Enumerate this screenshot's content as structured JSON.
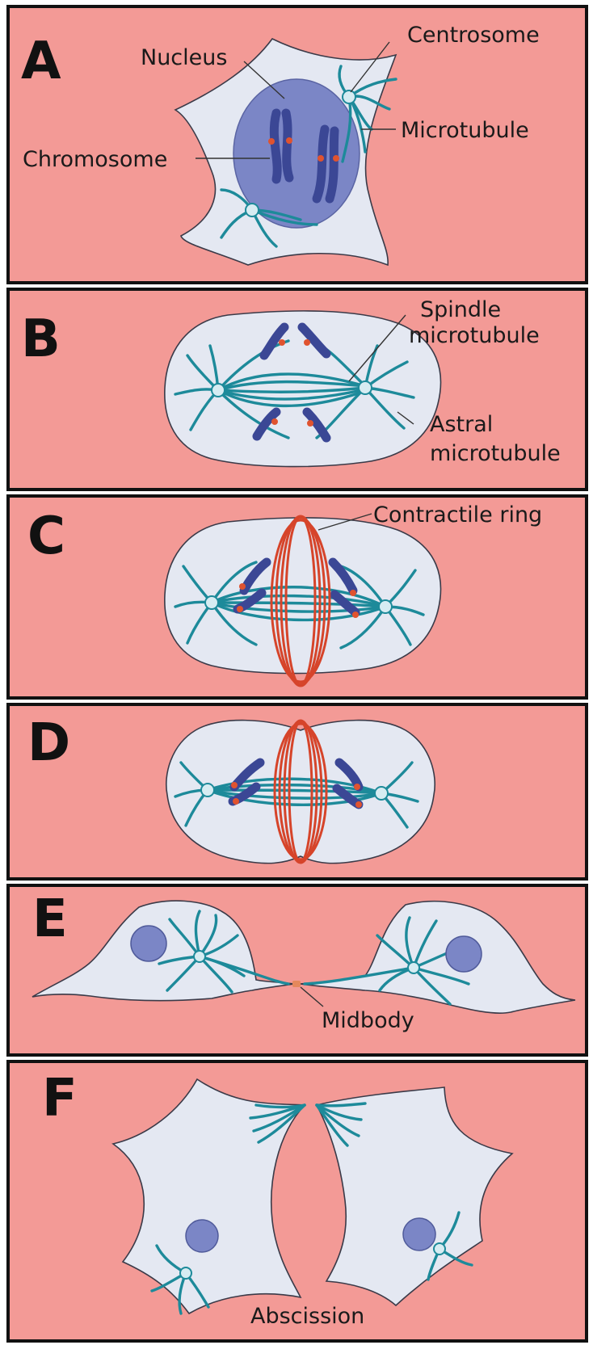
{
  "colors": {
    "panel_bg": "#f39a96",
    "cell": "#e4e8f2",
    "cell_outline": "#3a3a48",
    "nucleus": "#7b86c6",
    "chromosome": "#3b4795",
    "microtubule": "#1d8a9a",
    "centrosome": "#d6ecf2",
    "kinetochore": "#e0532f",
    "contractile_ring": "#d6442a",
    "midbody": "#e5885c"
  },
  "panels": [
    {
      "letter": "A",
      "labels": {
        "centrosome": "Centrosome",
        "nucleus": "Nucleus",
        "microtubule": "Microtubule",
        "chromosome": "Chromosome"
      }
    },
    {
      "letter": "B",
      "labels": {
        "spindle_line1": "Spindle",
        "spindle_line2": "microtubule",
        "astral_line1": "Astral",
        "astral_line2": "microtubule"
      }
    },
    {
      "letter": "C",
      "labels": {
        "contractile_ring": "Contractile ring"
      }
    },
    {
      "letter": "D",
      "labels": {}
    },
    {
      "letter": "E",
      "labels": {
        "midbody": "Midbody"
      }
    },
    {
      "letter": "F",
      "labels": {
        "abscission": "Abscission"
      }
    }
  ]
}
